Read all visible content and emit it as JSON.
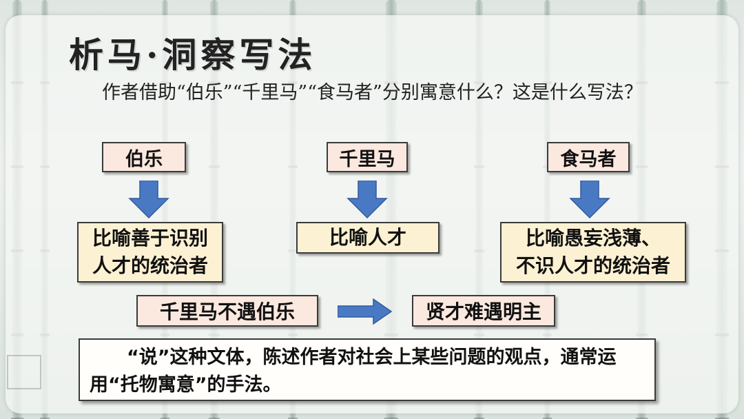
{
  "title": "析马·洞察写法",
  "question": "作者借助“伯乐”“千里马”“食马者”分别寓意什么？这是什么写法？",
  "columns": [
    {
      "term": "伯乐",
      "meaning_lines": [
        "比喻善于识别",
        "人才的统治者"
      ]
    },
    {
      "term": "千里马",
      "meaning_lines": [
        "比喻人才"
      ]
    },
    {
      "term": "食马者",
      "meaning_lines": [
        "比喻愚妄浅薄、",
        "不识人才的统治者"
      ]
    }
  ],
  "relation": {
    "left": "千里马不遇伯乐",
    "right": "贤才难遇明主"
  },
  "conclusion": "“说”这种文体，陈述作者对社会上某些问题的观点，通常运用“托物寓意”的手法。",
  "colors": {
    "arrow": "#4a79c4",
    "term_box": "#fbe8df",
    "meaning_box": "#fdf1d3"
  }
}
